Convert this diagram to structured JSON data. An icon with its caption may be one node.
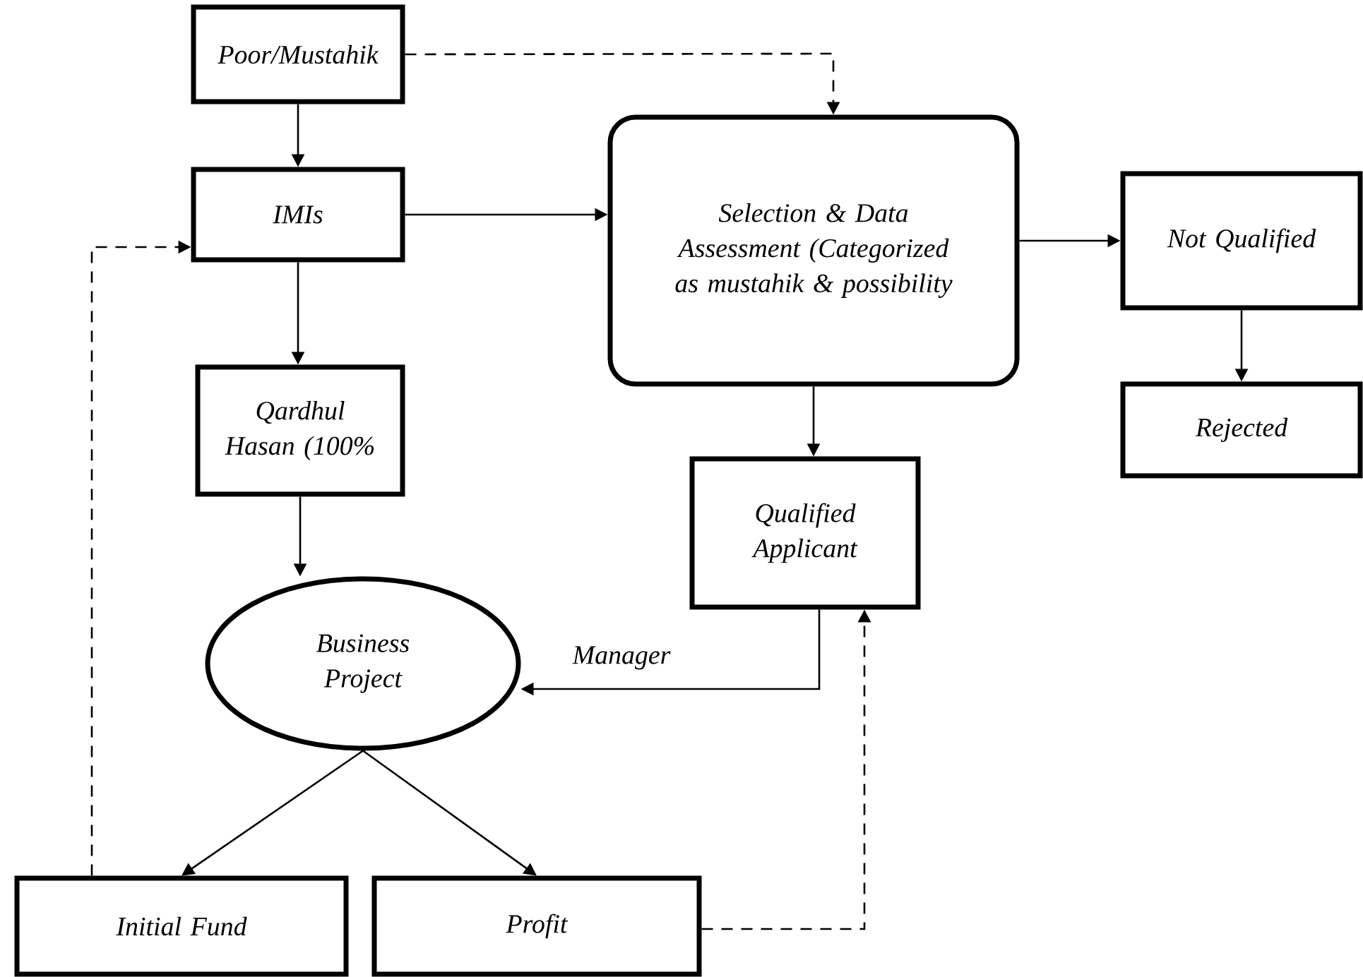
{
  "diagram": {
    "nodes": [
      {
        "text": [
          "Poor/Mustahik"
        ]
      },
      {
        "text": [
          "IMIs"
        ]
      },
      {
        "text": [
          "Selection & Data Assessment (Categorized as mustahik & possibility"
        ]
      },
      {
        "text": [
          "Not Qualified"
        ]
      },
      {
        "text": [
          "Rejected"
        ]
      },
      {
        "text": [
          "Qardhul Hasan (100%"
        ]
      },
      {
        "text": [
          "Qualified Applicant"
        ]
      },
      {
        "text": [
          "Business Project"
        ]
      },
      {
        "text": [
          "Initial Fund"
        ]
      },
      {
        "text": [
          "Profit"
        ]
      }
    ],
    "edges": [
      {
        "from": 0,
        "to": 1,
        "arrow": "to"
      },
      {
        "from": 0,
        "to": 2,
        "arrow": "to",
        "style": "dashed"
      },
      {
        "from": 1,
        "to": 2,
        "arrow": "to"
      },
      {
        "from": 2,
        "to": 3,
        "arrow": "to"
      },
      {
        "from": 1,
        "to": 5,
        "arrow": "to"
      },
      {
        "from": 3,
        "to": 4,
        "arrow": "to"
      },
      {
        "from": 2,
        "to": 6,
        "arrow": "to"
      },
      {
        "from": 5,
        "to": 7,
        "arrow": "to"
      },
      {
        "from": 6,
        "to": 7,
        "arrow": "to",
        "label": "Manager"
      },
      {
        "from": 7,
        "to": 8,
        "arrow": "to"
      },
      {
        "from": 7,
        "to": 9,
        "arrow": "to"
      },
      {
        "from": 8,
        "to": 1,
        "arrow": "to",
        "style": "dashed"
      },
      {
        "from": 9,
        "to": 6,
        "arrow": "to",
        "style": "dashed"
      }
    ]
  }
}
